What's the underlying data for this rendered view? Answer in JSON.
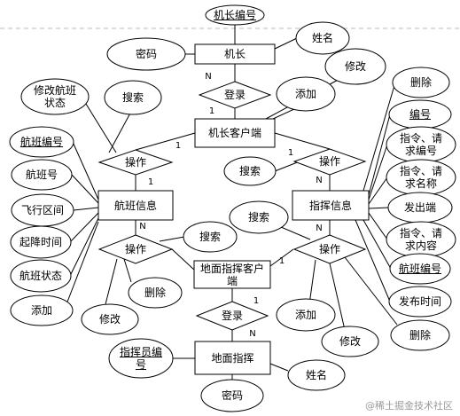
{
  "entities": {
    "captain": "机长",
    "captain_client": "机长客户端",
    "flight_info": "航班信息",
    "command_info": "指挥信息",
    "ground_client": "地面指挥客户\n端",
    "ground_commander": "地面指挥"
  },
  "relations": {
    "login_top": "登录",
    "op_flight": "操作",
    "op_command": "操作",
    "op_ground_flight": "操作",
    "op_ground_command": "操作",
    "login_bottom": "登录"
  },
  "attributes": {
    "captain_id": "机长编号",
    "captain_name": "姓名",
    "captain_password": "密码",
    "modify_flight_status": "修改航班\n状态",
    "search_top_left": "搜索",
    "flight_id": "航班编号",
    "flight_no": "航班号",
    "flight_range": "飞行区间",
    "takeoff_landing_time": "起降时间",
    "flight_status": "航班状态",
    "add_left": "添加",
    "modify_left": "修改",
    "delete_left": "删除",
    "search_mid_left": "搜索",
    "modify_top_right": "修改",
    "add_top_right": "添加",
    "delete_top_right": "删除",
    "search_right": "搜索",
    "cmd_id": "编号",
    "cmd_req_id": "指令、请\n求编号",
    "cmd_req_name": "指令、请\n求名称",
    "sender": "发出端",
    "cmd_req_content": "指令、请\n求内容",
    "cmd_flight_id": "航班编号",
    "publish_time": "发布时间",
    "search_mid_right": "搜索",
    "add_bottom_right": "添加",
    "modify_bottom_right": "修改",
    "delete_bottom_right": "删除",
    "commander_id": "指挥员编\n号",
    "commander_name": "姓名",
    "commander_password": "密码"
  },
  "cardinality": {
    "top_login_captain": "N",
    "top_login_client": "1",
    "client_op_flight": "1",
    "client_op_command": "1",
    "op_flight_entity": "1",
    "op_command_entity": "N",
    "flight_op_ground": "N",
    "ground_op_command": "1",
    "command_op_ground": "N",
    "bottom_login_client": "1",
    "bottom_login_commander": "N"
  },
  "watermark": "@稀土掘金技术社区"
}
